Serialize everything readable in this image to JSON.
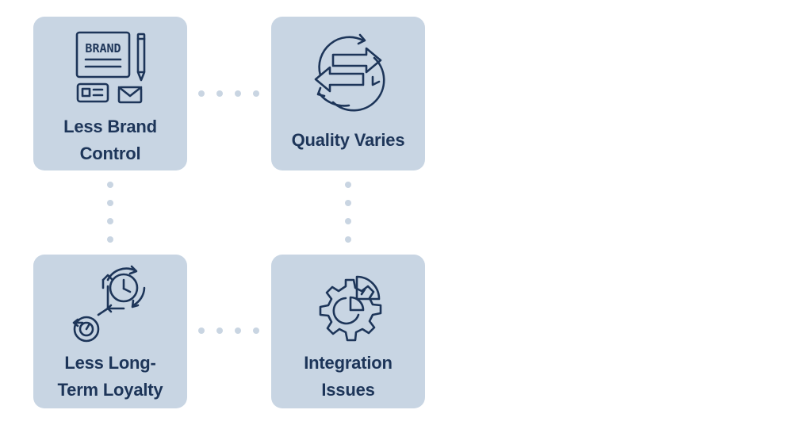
{
  "cards": {
    "top_left": {
      "label_line1": "Less Brand",
      "label_line2": "Control",
      "icon": "brand-document-icon",
      "icon_text": "BRAND"
    },
    "top_right": {
      "label": "Quality Varies",
      "icon": "exchange-cycle-icon"
    },
    "bottom_left": {
      "label_line1": "Less Long-",
      "label_line2": "Term Loyalty",
      "icon": "time-cycle-icon"
    },
    "bottom_right": {
      "label_line1": "Integration",
      "label_line2": "Issues",
      "icon": "gear-chart-icon"
    }
  },
  "colors": {
    "card_background": "#c8d5e3",
    "text": "#1d3559",
    "dots": "#c9d5e2",
    "background": "#ffffff"
  }
}
